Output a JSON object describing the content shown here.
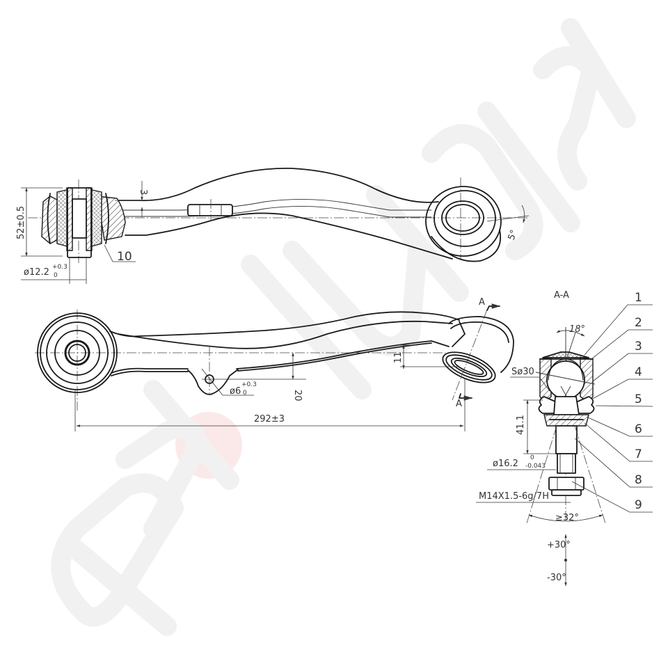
{
  "watermark": {
    "text": "autoplus",
    "color": "#f1f1f1",
    "accent_color": "#fbe9e9"
  },
  "side_view": {
    "bushing_height": "52±0.5",
    "bushing_bore": "ø12.2",
    "bushing_bore_tol_upper": "+0.3",
    "bushing_bore_tol_lower": "0",
    "web_offset": "3",
    "part_callout": "10",
    "ball_joint_tilt": "5°"
  },
  "top_view": {
    "overall_length": "292±3",
    "hole_diameter": "ø6",
    "hole_tol_upper": "+0.3",
    "hole_tol_lower": "0",
    "hole_offset": "20",
    "eye_offset": "11",
    "section_label_top": "A",
    "section_label_bottom": "A"
  },
  "section_view": {
    "title": "A-A",
    "cone_angle": "18°",
    "sphere_diameter": "Sø30",
    "stud_height": "41.1",
    "stud_diameter": "ø16.2",
    "stud_tol_upper": "0",
    "stud_tol_lower": "-0.043",
    "thread_spec": "M14X1.5-6g/7H",
    "swing_angle": "≥32°",
    "callouts": [
      "1",
      "2",
      "3",
      "4",
      "5",
      "6",
      "7",
      "8",
      "9"
    ]
  },
  "angle_gauge": {
    "upper": "+30°",
    "lower": "-30°"
  }
}
